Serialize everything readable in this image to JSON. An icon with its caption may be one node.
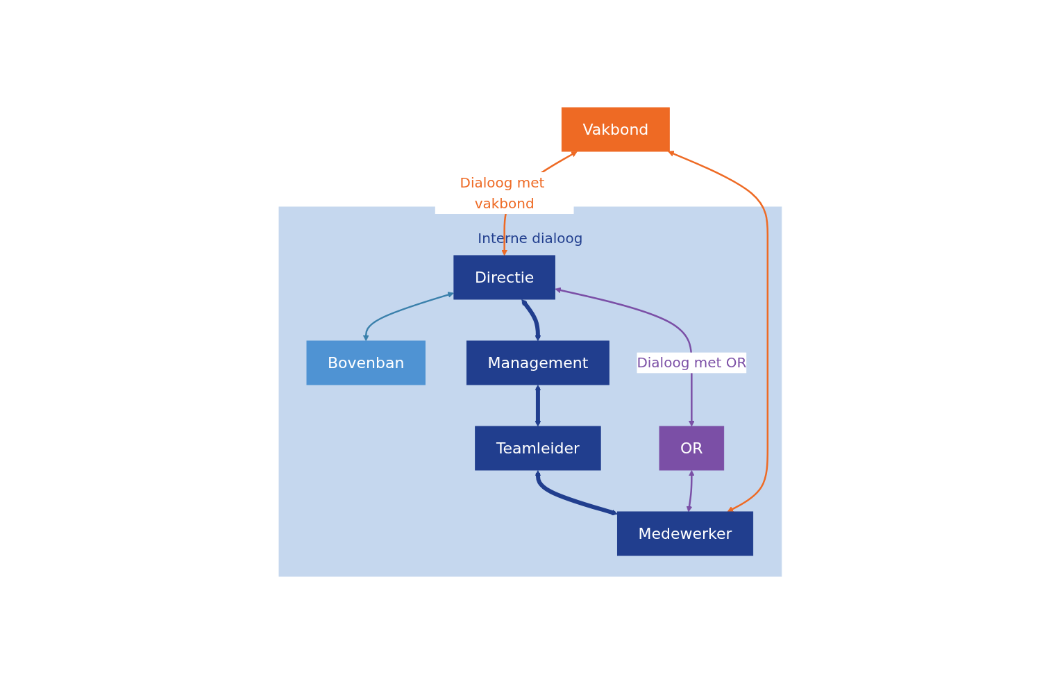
{
  "diagram": {
    "nodes": [
      {
        "text": [
          "Interne dialoog"
        ]
      },
      {
        "text": [
          "Bovenban"
        ],
        "in": 0
      },
      {
        "text": [
          "Directie"
        ],
        "in": 0
      },
      {
        "text": [
          "Management"
        ],
        "in": 0
      },
      {
        "text": [
          "Teamleider"
        ],
        "in": 0
      },
      {
        "text": [
          "Medewerker"
        ],
        "in": 0
      },
      {
        "text": [
          "OR"
        ],
        "in": 0
      },
      {
        "text": [
          "Vakbond"
        ]
      }
    ],
    "edges": [
      {
        "from": 2,
        "to": 1,
        "arrow": "both",
        "color": "#3a80ab"
      },
      {
        "from": 2,
        "to": 3,
        "arrow": "both",
        "style": "thick"
      },
      {
        "from": 3,
        "to": 4,
        "arrow": "both",
        "style": "thick"
      },
      {
        "from": 4,
        "to": 5,
        "arrow": "both",
        "style": "thick"
      },
      {
        "from": 7,
        "to": 2,
        "arrow": "both",
        "label": "Dialoog met vakbond",
        "color": "#ee6a24"
      },
      {
        "from": 7,
        "to": 5,
        "arrow": "both",
        "color": "#ee6a24"
      },
      {
        "from": 2,
        "to": 6,
        "arrow": "both",
        "label": "Dialoog met OR",
        "color": "#7b4fa6"
      },
      {
        "from": 6,
        "to": 5,
        "arrow": "both",
        "color": "#7b4fa6"
      }
    ]
  }
}
